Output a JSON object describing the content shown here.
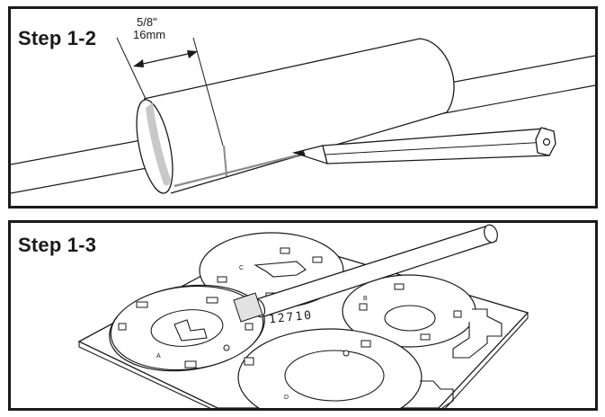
{
  "steps": [
    {
      "title": "Step 1-2",
      "measure_in": "5/8\"",
      "measure_mm": "16mm"
    },
    {
      "title": "Step 1-3",
      "part_number": "12710"
    }
  ],
  "colors": {
    "line": "#1a1a1a",
    "mark": "#8a8a8a",
    "fill": "#ffffff"
  },
  "icons": [
    "pencil-icon",
    "tube-icon",
    "template-sheet-icon"
  ]
}
